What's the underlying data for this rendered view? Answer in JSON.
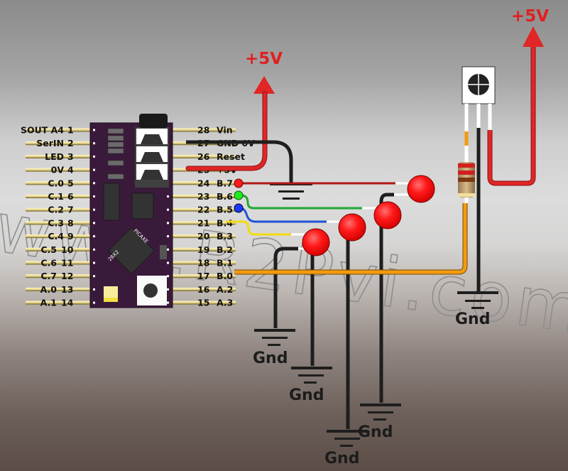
{
  "diagram": {
    "title": "Microcontroller pinout wiring with LEDs and IR receiver",
    "left_pins": [
      {
        "label": "SOUT A4",
        "num": "1"
      },
      {
        "label": "SerIN",
        "num": "2"
      },
      {
        "label": "LED",
        "num": "3"
      },
      {
        "label": "0V",
        "num": "4"
      },
      {
        "label": "C.0",
        "num": "5"
      },
      {
        "label": "C.1",
        "num": "6"
      },
      {
        "label": "C.2",
        "num": "7"
      },
      {
        "label": "C.3",
        "num": "8"
      },
      {
        "label": "C.4",
        "num": "9"
      },
      {
        "label": "C.5",
        "num": "10"
      },
      {
        "label": "C.6",
        "num": "11"
      },
      {
        "label": "C.7",
        "num": "12"
      },
      {
        "label": "A.0",
        "num": "13"
      },
      {
        "label": "A.1",
        "num": "14"
      }
    ],
    "right_pins": [
      {
        "num": "28",
        "label": "Vin"
      },
      {
        "num": "27",
        "label": "GND 0V"
      },
      {
        "num": "26",
        "label": "Reset"
      },
      {
        "num": "25",
        "label": "+5V"
      },
      {
        "num": "24",
        "label": "B.7"
      },
      {
        "num": "23",
        "label": "B.6"
      },
      {
        "num": "22",
        "label": "B.5"
      },
      {
        "num": "21",
        "label": "B.4"
      },
      {
        "num": "20",
        "label": "B.3"
      },
      {
        "num": "19",
        "label": "B.2"
      },
      {
        "num": "18",
        "label": "B.1"
      },
      {
        "num": "17",
        "label": "B.0"
      },
      {
        "num": "16",
        "label": "A.2"
      },
      {
        "num": "15",
        "label": "A.3"
      }
    ],
    "power_labels": {
      "main": "+5V",
      "sensor": "+5V"
    },
    "ground_label": "Gnd",
    "chip_markings": {
      "top": "PICAXE",
      "bottom": "28X2"
    },
    "watermark": "www.R2Pvi.com/",
    "colors": {
      "board": "#3a1a3a",
      "power_wire": "#e02626",
      "ground_wire": "#1e1e1e",
      "pin_b7_wire": "#b01818",
      "pin_b6_wire": "#22a832",
      "pin_b5_wire": "#1e52d8",
      "pin_b4_wire": "#f0dc10",
      "pin_b0_wire": "#f29a10",
      "led": "#ff1a1a",
      "pin_gold": "#e8d890"
    }
  }
}
